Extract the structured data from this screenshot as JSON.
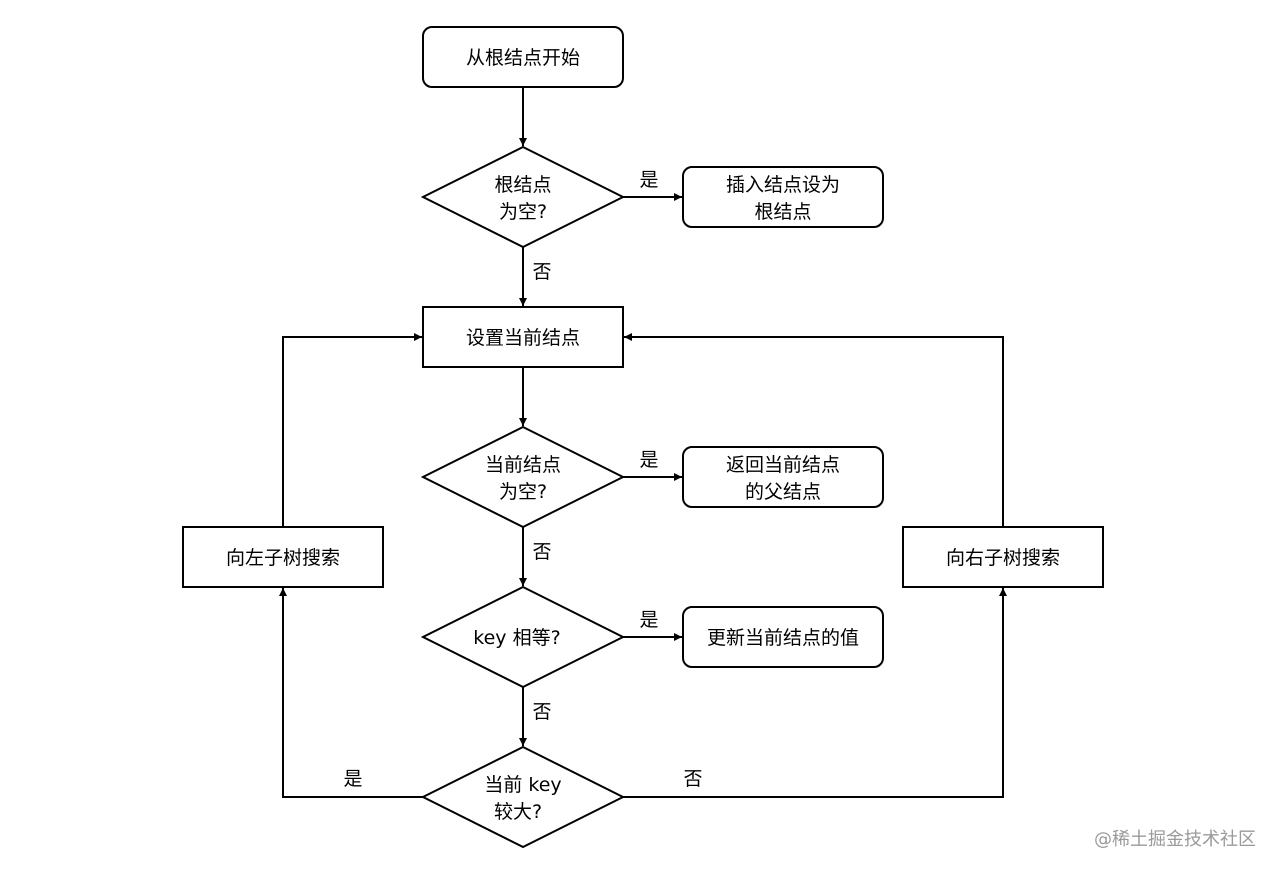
{
  "nodes": {
    "start": "从根结点开始",
    "root_empty_line1": "根结点",
    "root_empty_line2": "为空?",
    "insert_root_line1": "插入结点设为",
    "insert_root_line2": "根结点",
    "set_current": "设置当前结点",
    "current_empty_line1": "当前结点",
    "current_empty_line2": "为空?",
    "return_parent_line1": "返回当前结点",
    "return_parent_line2": "的父结点",
    "key_equal": "key 相等?",
    "update_value": "更新当前结点的值",
    "key_bigger_line1": "当前 key",
    "key_bigger_line2": "较大?",
    "search_left": "向左子树搜索",
    "search_right": "向右子树搜索"
  },
  "edge_labels": {
    "root_empty_yes": "是",
    "root_empty_no": "否",
    "current_empty_yes": "是",
    "current_empty_no": "否",
    "key_equal_yes": "是",
    "key_equal_no": "否",
    "key_bigger_yes": "是",
    "key_bigger_no": "否"
  },
  "watermark": "@稀土掘金技术社区"
}
